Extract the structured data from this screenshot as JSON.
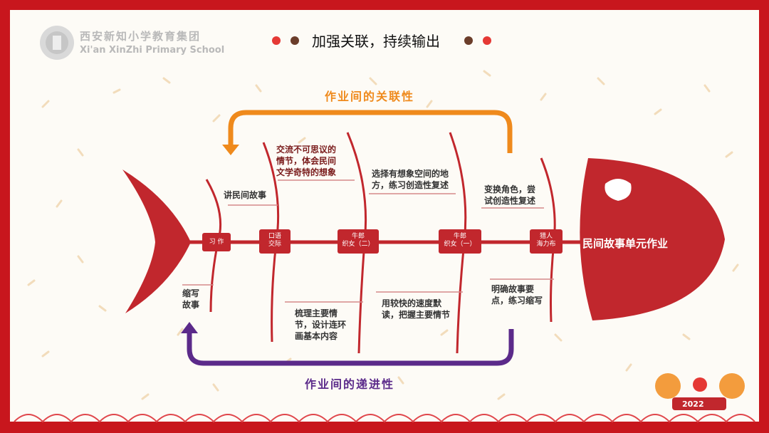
{
  "school": {
    "name_cn": "西安新知小学教育集团",
    "name_en": "Xi'an XinZhi Primary School"
  },
  "title": "加强关联，持续输出",
  "fishbone": {
    "head_label": "民间故事单元作业",
    "spine_nodes": [
      {
        "label_line1": "习 作",
        "label_line2": ""
      },
      {
        "label_line1": "口语",
        "label_line2": "交际"
      },
      {
        "label_line1": "牛郎",
        "label_line2": "织女（二）"
      },
      {
        "label_line1": "牛郎",
        "label_line2": "织女（一）"
      },
      {
        "label_line1": "猎人",
        "label_line2": "海力布"
      }
    ],
    "top_labels": [
      {
        "lines": [
          "讲民间故事"
        ]
      },
      {
        "lines": [
          "交流不可思议的",
          "情节，体会民间",
          "文学奇特的想象"
        ]
      },
      {
        "lines": [
          "选择有想象空间的地",
          "方，练习创造性复述"
        ]
      },
      {
        "lines": [
          "变换角色，尝",
          "试创造性复述"
        ]
      }
    ],
    "bottom_labels": [
      {
        "lines": [
          "缩写",
          "故事"
        ]
      },
      {
        "lines": [
          "梳理主要情",
          "节，设计连环",
          "画基本内容"
        ]
      },
      {
        "lines": [
          "用较快的速度默",
          "读，把握主要情节"
        ]
      },
      {
        "lines": [
          "明确故事要",
          "点，练习缩写"
        ]
      }
    ]
  },
  "arrows": {
    "top_label": "作业间的关联性",
    "bottom_label": "作业间的递进性"
  },
  "badge_year": "2022",
  "colors": {
    "frame_red": "#c8161d",
    "fish_red": "#c1272d",
    "orange": "#ef8a1c",
    "purple": "#5b2a8a",
    "dot_red": "#e53935",
    "dot_brown": "#6b3d2a"
  }
}
